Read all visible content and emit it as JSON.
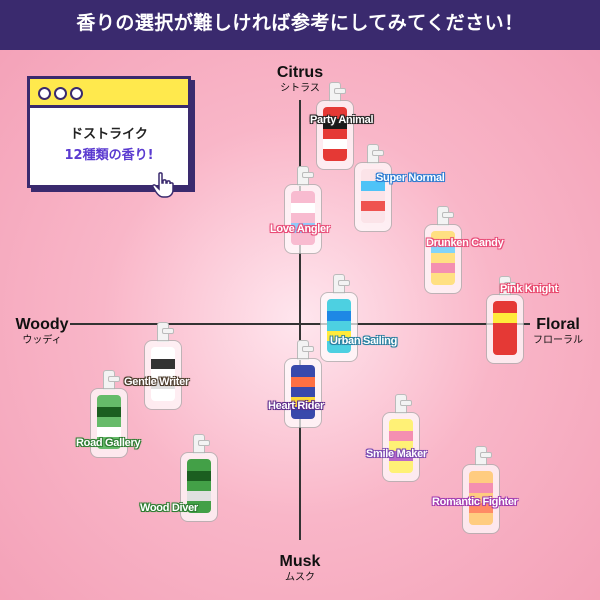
{
  "banner": {
    "text": "香りの選択が難しければ参考にしてみてください！"
  },
  "axes": {
    "top": {
      "en": "Citrus",
      "jp": "シトラス"
    },
    "bottom": {
      "en": "Musk",
      "jp": "ムスク"
    },
    "left": {
      "en": "Woody",
      "jp": "ウッディ"
    },
    "right": {
      "en": "Floral",
      "jp": "フローラル"
    }
  },
  "callout": {
    "line1": "ドストライク",
    "line2": "12種類の香り!"
  },
  "colors": {
    "banner": "#3a2a6e",
    "accent": "#5a3ad0",
    "callout_bar": "#ffe94d"
  },
  "products": [
    {
      "name": "Party Animal",
      "label_color": "#222222",
      "art": [
        "#e53935",
        "#1a1a1a",
        "#ffffff"
      ]
    },
    {
      "name": "Super Normal",
      "label_color": "#2c7bd1",
      "art": [
        "#fbe3e8",
        "#4fc3f7",
        "#ef5350"
      ]
    },
    {
      "name": "Love Angler",
      "label_color": "#e84b77",
      "art": [
        "#f8bbd0",
        "#ffffff",
        "#90caf9"
      ]
    },
    {
      "name": "Drunken Candy",
      "label_color": "#e84b77",
      "art": [
        "#ffe082",
        "#81d4fa",
        "#f48fb1"
      ]
    },
    {
      "name": "Pink Knight",
      "label_color": "#e8456b",
      "art": [
        "#e53935",
        "#ffeb3b",
        "#e53935"
      ]
    },
    {
      "name": "Urban Sailing",
      "label_color": "#2a7fa0",
      "art": [
        "#4dd0e1",
        "#1e88e5",
        "#ffeb3b"
      ]
    },
    {
      "name": "Gentle Writer",
      "label_color": "#4a3a2a",
      "art": [
        "#ffffff",
        "#333333",
        "#e0e0e0"
      ]
    },
    {
      "name": "Heart Rider",
      "label_color": "#5a2a8a",
      "art": [
        "#3949ab",
        "#ff7043",
        "#fdd835"
      ]
    },
    {
      "name": "Road Gallery",
      "label_color": "#2e7d32",
      "art": [
        "#66bb6a",
        "#1b5e20",
        "#ffffff"
      ]
    },
    {
      "name": "Smile Maker",
      "label_color": "#7b4ab0",
      "art": [
        "#fff176",
        "#f48fb1",
        "#ba68c8"
      ]
    },
    {
      "name": "Wood Diver",
      "label_color": "#2e7d32",
      "art": [
        "#43a047",
        "#1b5e20",
        "#e0e0e0"
      ]
    },
    {
      "name": "Romantic Fighter",
      "label_color": "#a03ab0",
      "art": [
        "#ffcc80",
        "#f48fb1",
        "#ff8a65"
      ]
    }
  ]
}
